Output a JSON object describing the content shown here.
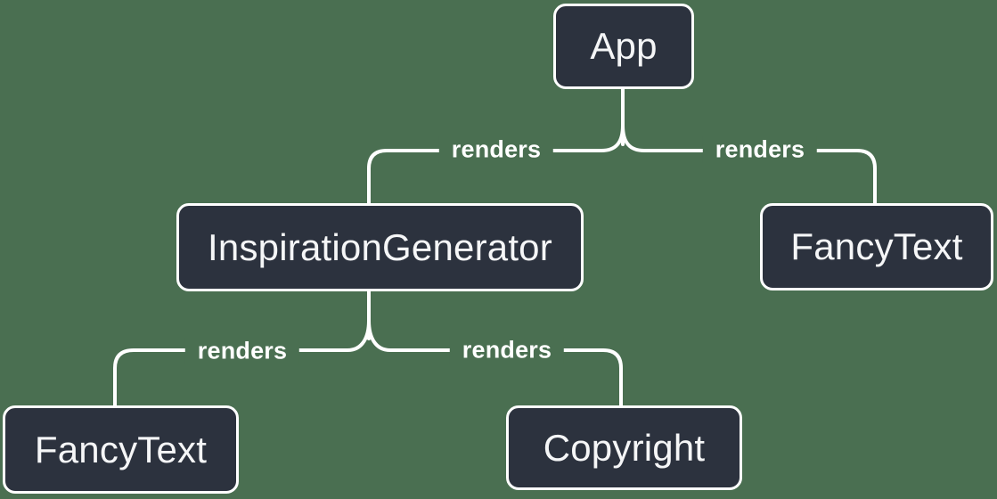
{
  "diagram": {
    "type": "component-render-tree",
    "colors": {
      "background": "#4a6f51",
      "node_fill": "#2c323e",
      "node_border": "#ffffff",
      "line": "#ffffff",
      "node_text": "#f5f6f7",
      "label_text": "#ffffff"
    },
    "nodes": [
      {
        "id": "app",
        "label": "App"
      },
      {
        "id": "inspiration-generator",
        "label": "InspirationGenerator"
      },
      {
        "id": "fancy-text-top-right",
        "label": "FancyText"
      },
      {
        "id": "fancy-text-bottom-left",
        "label": "FancyText"
      },
      {
        "id": "copyright",
        "label": "Copyright"
      }
    ],
    "edges": [
      {
        "from": "App",
        "to": "InspirationGenerator",
        "label": "renders"
      },
      {
        "from": "App",
        "to": "FancyText",
        "label": "renders"
      },
      {
        "from": "InspirationGenerator",
        "to": "FancyText",
        "label": "renders"
      },
      {
        "from": "InspirationGenerator",
        "to": "Copyright",
        "label": "renders"
      }
    ]
  }
}
